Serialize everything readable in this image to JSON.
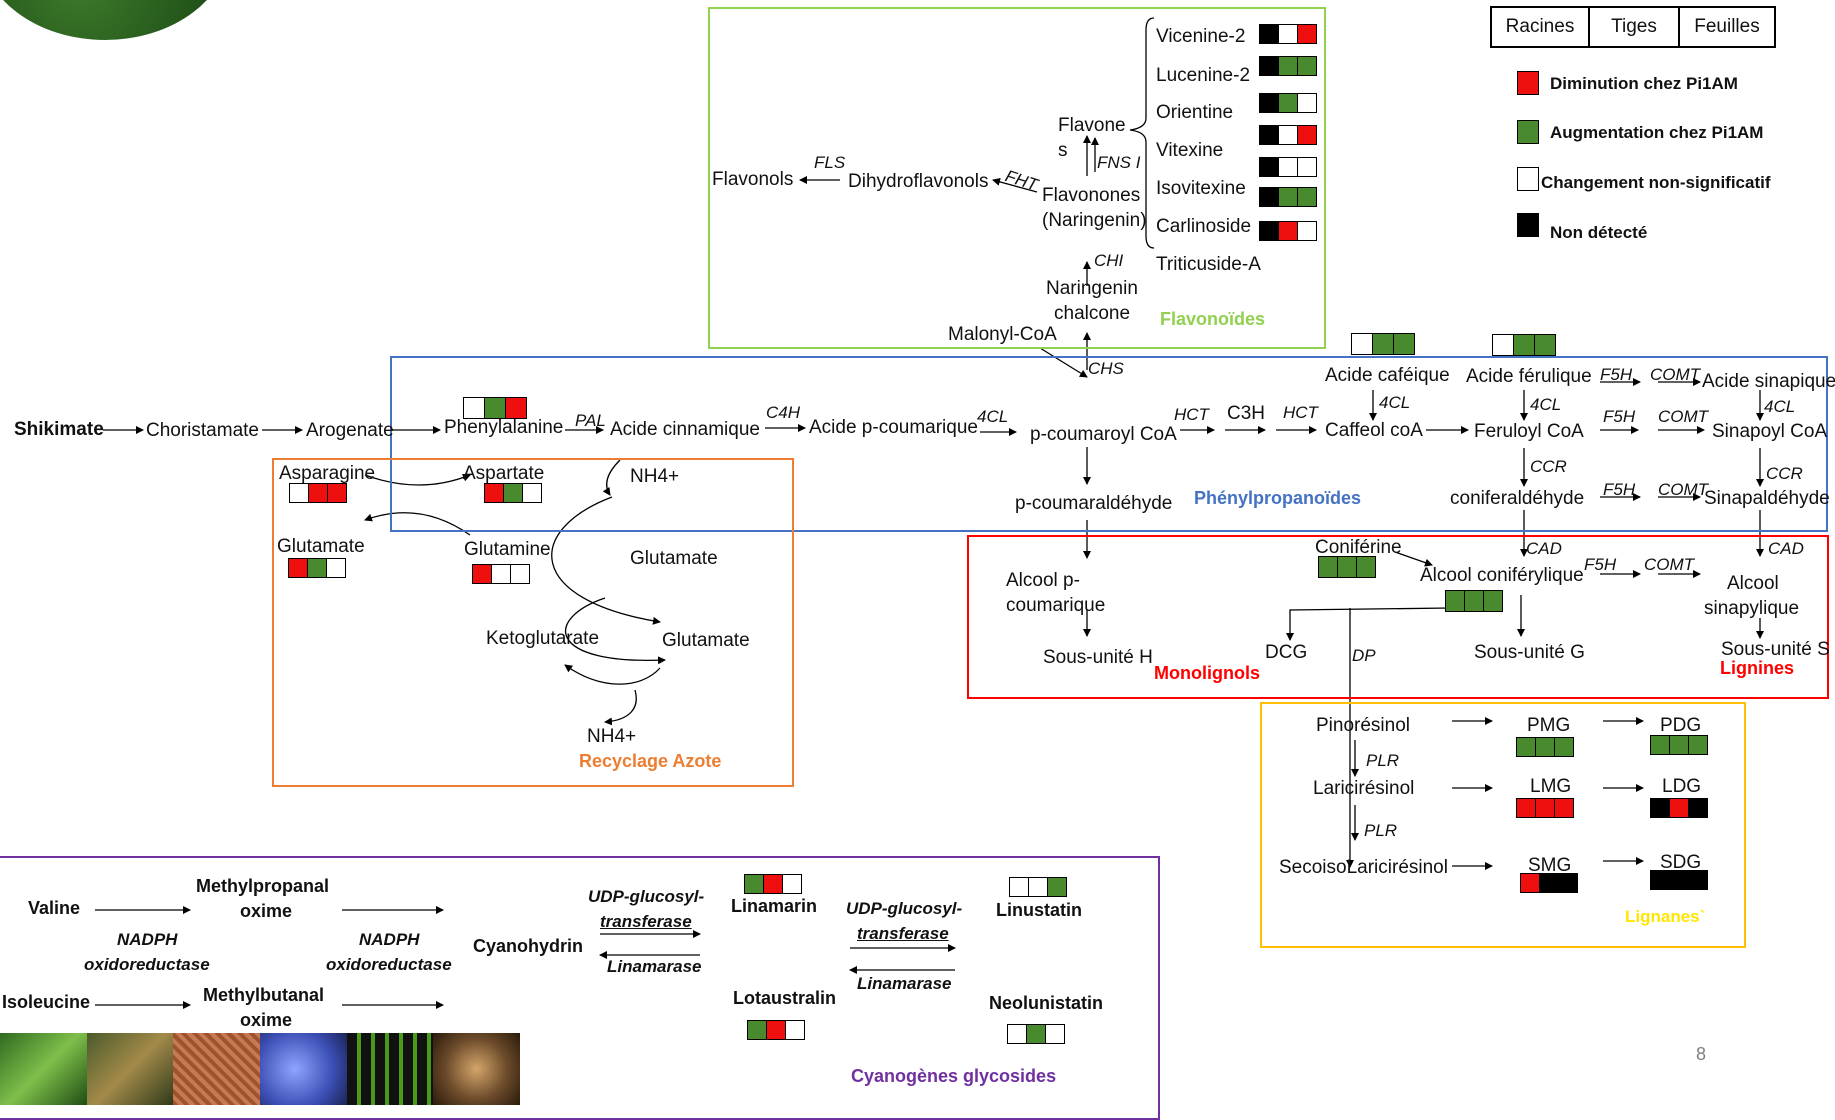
{
  "legend": {
    "tissues": [
      "Racines",
      "Tiges",
      "Feuilles"
    ],
    "items": [
      {
        "label": "Diminution chez Pi1AM",
        "color": "#ee0f0f"
      },
      {
        "label": "Augmentation chez Pi1AM",
        "color": "#4a8a2e"
      },
      {
        "label": "Changement non-significatif",
        "color": "#ffffff"
      },
      {
        "label": "Non détecté",
        "color": "#000000"
      }
    ]
  },
  "colors": {
    "R": "#ee0f0f",
    "G": "#4a8a2e",
    "W": "#ffffff",
    "K": "#000000"
  },
  "boxes": {
    "flavonoides": {
      "title": "Flavonoïdes",
      "color": "#92d050"
    },
    "phenylpropanoides": {
      "title": "Phénylpropanoïdes",
      "color": "#4472c4"
    },
    "monolignols": {
      "title": "Monolignols",
      "color": "#ff0000"
    },
    "lignines": {
      "title": "Lignines",
      "color": "#ff0000"
    },
    "lignanes": {
      "title": "Lignanes`",
      "color": "#ffc000"
    },
    "azote": {
      "title": "Recyclage Azote",
      "color": "#ed7d31"
    },
    "cyanogenes": {
      "title": "Cyanogènes glycosides",
      "color": "#7030a0"
    }
  },
  "compounds": {
    "shikimate": "Shikimate",
    "choristamate": "Choristamate",
    "arogenate": "Arogenate",
    "phenylalanine": "Phenylalanine",
    "acide_cinnamique": "Acide cinnamique",
    "acide_pcoumarique": "Acide p-coumarique",
    "pcoumaroyl": "p-coumaroyl CoA",
    "c3h": "C3H",
    "caffeoyl": "Caffeol coA",
    "feruloyl": "Feruloyl CoA",
    "sinapoyl": "Sinapoyl CoA",
    "acide_cafeique": "Acide caféique",
    "acide_ferulique": "Acide férulique",
    "acide_sinapique": "Acide sinapique",
    "pcoumaraldehyde": "p-coumaraldéhyde",
    "coniferaldehyde": "coniferaldéhyde",
    "sinapaldehyde": "Sinapaldéhyde",
    "malonyl": "Malonyl-CoA",
    "naringenin_chalcone_1": "Naringenin",
    "naringenin_chalcone_2": "chalcone",
    "flavanones_1": "Flavonones",
    "flavanones_2": "(Naringenin)",
    "flavones_1": "Flavone",
    "flavones_2": "s",
    "dihydroflavonols": "Dihydroflavonols",
    "flavonols": "Flavonols",
    "vicenine": "Vicenine-2",
    "lucenine": "Lucenine-2",
    "orientine": "Orientine",
    "vitexine": "Vitexine",
    "isovitexine": "Isovitexine",
    "carlinoside": "Carlinoside",
    "triticuside": "Triticuside-A",
    "alcool_pcoumarique_1": "Alcool p-",
    "alcool_pcoumarique_2": "coumarique",
    "sous_unite_h": "Sous-unité H",
    "coniferine": "Coniférine",
    "alcool_coniferylique": "Alcool coniférylique",
    "dcg": "DCG",
    "sous_unite_g": "Sous-unité G",
    "alcool_sinapylique_1": "Alcool",
    "alcool_sinapylique_2": "sinapylique",
    "sous_unite_s": "Sous-unité S",
    "asparagine": "Asparagine",
    "aspartate": "Aspartate",
    "glutamate_1": "Glutamate",
    "glutamine": "Glutamine",
    "glutamate_2": "Glutamate",
    "ketoglutarate": "Ketoglutarate",
    "glutamate_3": "Glutamate",
    "nh4_1": "NH4+",
    "nh4_2": "NH4+",
    "pinoresinol": "Pinorésinol",
    "lariciresinol": "Laricirésinol",
    "secoisolariciresinol": "SecoisoLaricirésinol",
    "pmg": "PMG",
    "pdg": "PDG",
    "lmg": "LMG",
    "ldg": "LDG",
    "smg": "SMG",
    "sdg": "SDG",
    "valine": "Valine",
    "isoleucine": "Isoleucine",
    "methylpropanal_1": "Methylpropanal",
    "methylpropanal_2": "oxime",
    "methylbutanal_1": "Methylbutanal",
    "methylbutanal_2": "oxime",
    "cyanohydrin": "Cyanohydrin",
    "linamarin": "Linamarin",
    "lotaustralin": "Lotaustralin",
    "linustatin": "Linustatin",
    "neolinustatin": "Neolunistatin"
  },
  "enzymes": {
    "pal": "PAL",
    "c4h": "C4H",
    "4cl_1": "4CL",
    "hct_1": "HCT",
    "hct_2": "HCT",
    "4cl_2": "4CL",
    "4cl_3": "4CL",
    "4cl_4": "4CL",
    "f5h_1": "F5H",
    "comt_1": "COMT",
    "f5h_2": "F5H",
    "comt_2": "COMT",
    "f5h_3": "F5H",
    "comt_3": "COMT",
    "f5h_4": "F5H",
    "comt_4": "COMT",
    "ccr_1": "CCR",
    "ccr_2": "CCR",
    "cad_1": "CAD",
    "cad_2": "CAD",
    "chs": "CHS",
    "chi": "CHI",
    "fht": "FHT",
    "fls": "FLS",
    "fns": "FNS I",
    "dp": "DP",
    "plr_1": "PLR",
    "plr_2": "PLR",
    "nadph_1a": "NADPH",
    "nadph_1b": "oxidoreductase",
    "nadph_2a": "NADPH",
    "nadph_2b": "oxidoreductase",
    "udp_1a": "UDP-glucosyl-",
    "udp_1b": "transferase",
    "linamarase_1": "Linamarase",
    "udp_2a": "UDP-glucosyl-",
    "udp_2b": "transferase",
    "linamarase_2": "Linamarase"
  },
  "squares": {
    "phenylalanine": [
      "W",
      "G",
      "R"
    ],
    "acide_cafeique": [
      "W",
      "G",
      "G"
    ],
    "acide_ferulique": [
      "W",
      "G",
      "G"
    ],
    "vicenine": [
      "K",
      "W",
      "R"
    ],
    "lucenine": [
      "K",
      "G",
      "G"
    ],
    "orientine": [
      "K",
      "G",
      "W"
    ],
    "vitexine": [
      "K",
      "W",
      "R"
    ],
    "isovitexine": [
      "K",
      "W",
      "W"
    ],
    "triticuside": [
      "K",
      "G",
      "G"
    ],
    "carlinoside": [
      "K",
      "R",
      "W"
    ],
    "coniferine": [
      "G",
      "G",
      "G"
    ],
    "alcool_coniferylique": [
      "G",
      "G",
      "G"
    ],
    "asparagine": [
      "W",
      "R",
      "R"
    ],
    "aspartate": [
      "R",
      "G",
      "W"
    ],
    "glutamate": [
      "R",
      "G",
      "W"
    ],
    "glutamine": [
      "R",
      "W",
      "W"
    ],
    "pmg": [
      "G",
      "G",
      "G"
    ],
    "pdg": [
      "G",
      "G",
      "G"
    ],
    "lmg": [
      "R",
      "R",
      "R"
    ],
    "ldg": [
      "K",
      "R",
      "K"
    ],
    "smg": [
      "R",
      "K",
      "K"
    ],
    "sdg": [
      "K",
      "K",
      "K"
    ],
    "linamarin": [
      "G",
      "R",
      "W"
    ],
    "lotaustralin": [
      "G",
      "R",
      "W"
    ],
    "linustatin": [
      "W",
      "W",
      "G"
    ],
    "neolinustatin": [
      "W",
      "G",
      "W"
    ]
  },
  "page_number": "8"
}
